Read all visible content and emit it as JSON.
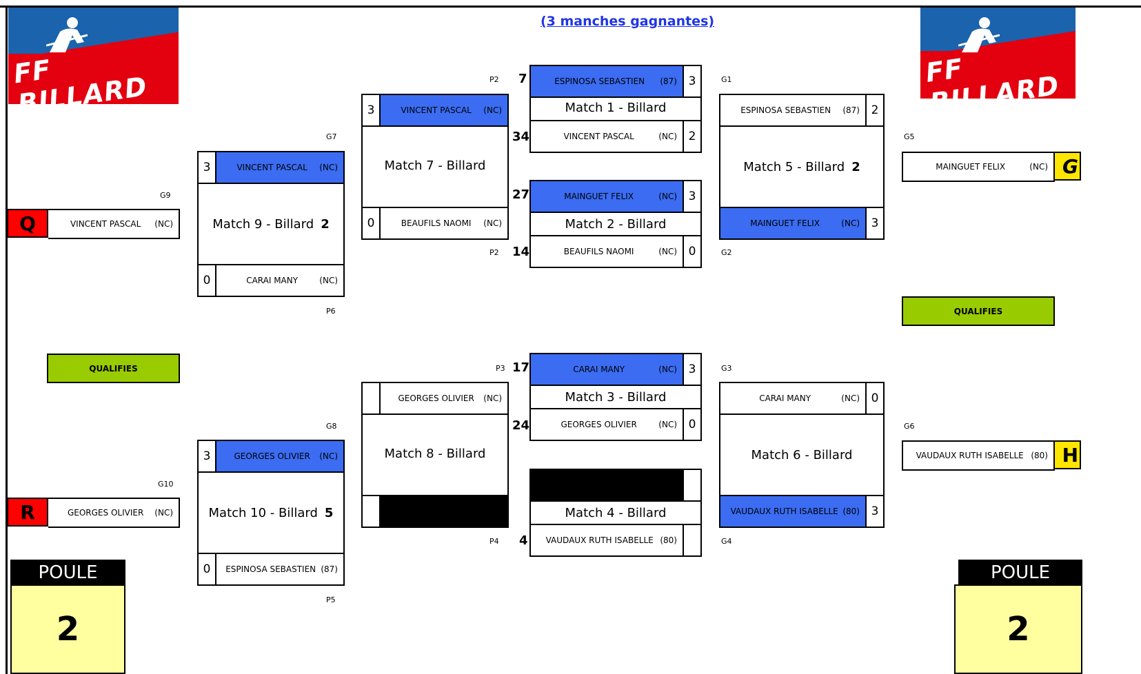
{
  "header": {
    "title": "(3 manches gagnantes)"
  },
  "logo": {
    "text": "FF BILLARD"
  },
  "matches": {
    "m1": {
      "label": "Match 1 - Billard",
      "top": {
        "name": "ESPINOSA SEBASTIEN",
        "club": "(87)",
        "score": "3"
      },
      "bottom": {
        "name": "VINCENT PASCAL",
        "club": "(NC)",
        "score": "2"
      }
    },
    "m2": {
      "label": "Match 2 - Billard",
      "top": {
        "name": "MAINGUET FELIX",
        "club": "(NC)",
        "score": "3"
      },
      "bottom": {
        "name": "BEAUFILS NAOMI",
        "club": "(NC)",
        "score": "0"
      }
    },
    "m3": {
      "label": "Match 3 - Billard",
      "top": {
        "name": "CARAI MANY",
        "club": "(NC)",
        "score": "3"
      },
      "bottom": {
        "name": "GEORGES OLIVIER",
        "club": "(NC)",
        "score": "0"
      }
    },
    "m4": {
      "label": "Match 4 - Billard",
      "bottom": {
        "name": "VAUDAUX RUTH ISABELLE",
        "club": "(80)",
        "score": ""
      }
    },
    "m5": {
      "label": "Match 5 - Billard",
      "num": "2",
      "top": {
        "name": "ESPINOSA SEBASTIEN",
        "club": "(87)",
        "score": "2"
      },
      "bottom": {
        "name": "MAINGUET FELIX",
        "club": "(NC)",
        "score": "3"
      }
    },
    "m6": {
      "label": "Match 6 - Billard",
      "top": {
        "name": "CARAI MANY",
        "club": "(NC)",
        "score": "0"
      },
      "bottom": {
        "name": "VAUDAUX RUTH ISABELLE",
        "club": "(80)",
        "score": "3"
      }
    },
    "m7": {
      "label": "Match 7 - Billard",
      "top": {
        "name": "VINCENT PASCAL",
        "club": "(NC)",
        "score": "3"
      },
      "bottom": {
        "name": "BEAUFILS NAOMI",
        "club": "(NC)",
        "score": "0"
      }
    },
    "m8": {
      "label": "Match 8 - Billard",
      "top": {
        "name": "GEORGES OLIVIER",
        "club": "(NC)",
        "score": ""
      }
    },
    "m9": {
      "label": "Match 9 - Billard",
      "num": "2",
      "top": {
        "name": "VINCENT PASCAL",
        "club": "(NC)",
        "score": "3"
      },
      "bottom": {
        "name": "CARAI MANY",
        "club": "(NC)",
        "score": "0"
      }
    },
    "m10": {
      "label": "Match 10 - Billard",
      "num": "5",
      "top": {
        "name": "GEORGES OLIVIER",
        "club": "(NC)",
        "score": "3"
      },
      "bottom": {
        "name": "ESPINOSA SEBASTIEN",
        "club": "(87)",
        "score": "0"
      }
    }
  },
  "tags": {
    "P2": "P2",
    "P3": "P3",
    "P4": "P4",
    "P5": "P5",
    "P6": "P6",
    "G1": "G1",
    "G2": "G2",
    "G3": "G3",
    "G4": "G4",
    "G5": "G5",
    "G6": "G6",
    "G7": "G7",
    "G8": "G8",
    "G9": "G9",
    "G10": "G10"
  },
  "seeds": {
    "s7": "7",
    "s34": "34",
    "s27": "27",
    "s14": "14",
    "s17": "17",
    "s24": "24",
    "s4": "4"
  },
  "results": {
    "q": {
      "letter": "Q",
      "name": "VINCENT PASCAL",
      "club": "(NC)"
    },
    "r": {
      "letter": "R",
      "name": "GEORGES OLIVIER",
      "club": "(NC)"
    },
    "g": {
      "letter": "G",
      "name": "MAINGUET FELIX",
      "club": "(NC)"
    },
    "h": {
      "letter": "H",
      "name": "VAUDAUX RUTH ISABELLE",
      "club": "(80)"
    }
  },
  "qualifies": "QUALIFIES",
  "poule": {
    "label": "POULE",
    "number": "2"
  },
  "colors": {
    "blue": "#3b6cf2",
    "green": "#99cc00",
    "red": "#ff0000",
    "yellow": "#ffe600",
    "title": "#1f35e6"
  }
}
